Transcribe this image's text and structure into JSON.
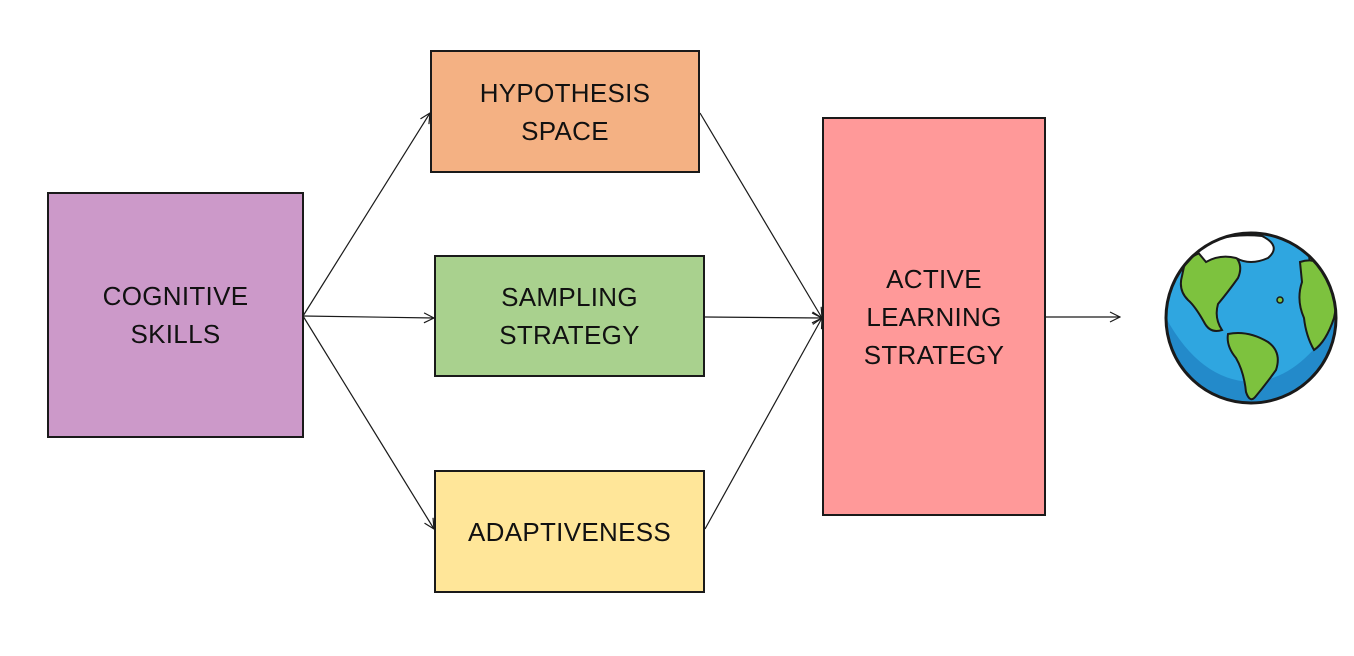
{
  "diagram": {
    "nodes": {
      "cognitive_skills": {
        "lines": [
          "COGNITIVE",
          "SKILLS"
        ]
      },
      "hypothesis_space": {
        "lines": [
          "HYPOTHESIS",
          "SPACE"
        ]
      },
      "sampling_strategy": {
        "lines": [
          "SAMPLING",
          "STRATEGY"
        ]
      },
      "adaptiveness": {
        "lines": [
          "ADAPTIVENESS"
        ]
      },
      "active_learning_strategy": {
        "lines": [
          "ACTIVE",
          "LEARNING",
          "STRATEGY"
        ]
      }
    },
    "edges": [
      {
        "from": "cognitive_skills",
        "to": "hypothesis_space"
      },
      {
        "from": "cognitive_skills",
        "to": "sampling_strategy"
      },
      {
        "from": "cognitive_skills",
        "to": "adaptiveness"
      },
      {
        "from": "hypothesis_space",
        "to": "active_learning_strategy"
      },
      {
        "from": "sampling_strategy",
        "to": "active_learning_strategy"
      },
      {
        "from": "adaptiveness",
        "to": "active_learning_strategy"
      },
      {
        "from": "active_learning_strategy",
        "to": "world"
      }
    ],
    "icons": {
      "world": "globe-icon"
    },
    "colors": {
      "cognitive_skills": "#CC99C9",
      "hypothesis_space": "#F4B183",
      "sampling_strategy": "#A9D18E",
      "adaptiveness": "#FFE699",
      "active_learning_strategy": "#FF9999",
      "arrow": "#1a1a1a",
      "globe_ocean": "#2FA6E0",
      "globe_land": "#7DC23E"
    }
  }
}
